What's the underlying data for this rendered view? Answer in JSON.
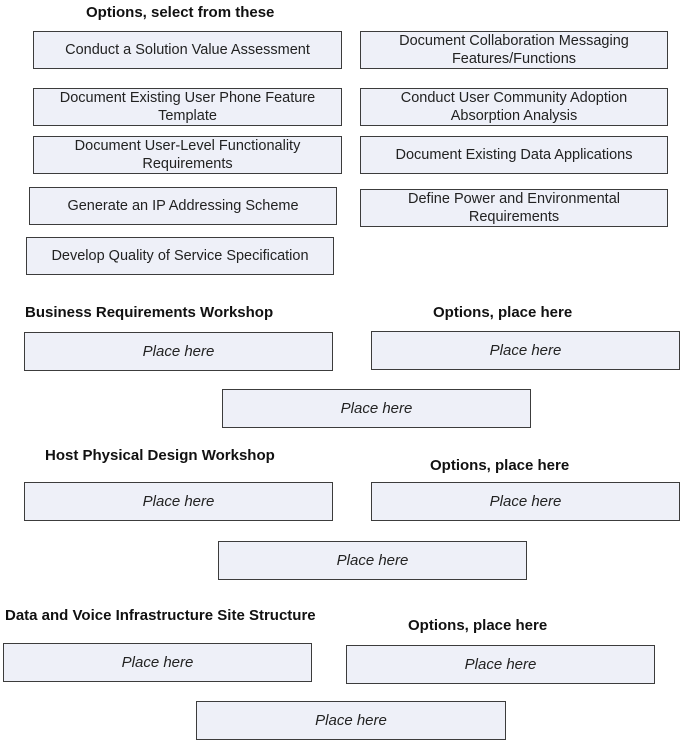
{
  "options_title": "Options, select from these",
  "options": [
    "Conduct a Solution Value Assessment",
    "Document Collaboration Messaging Features/Functions",
    "Document Existing User Phone Feature Template",
    "Conduct User Community Adoption Absorption Analysis",
    "Document User-Level Functionality Requirements",
    "Document Existing Data Applications",
    "Generate an IP Addressing Scheme",
    "Define Power and Environmental Requirements",
    "Develop Quality of Service Specification"
  ],
  "sections": [
    {
      "title": "Business Requirements Workshop",
      "options_label": "Options, place here",
      "slots": [
        "Place here",
        "Place here",
        "Place here"
      ]
    },
    {
      "title": "Host Physical Design Workshop",
      "options_label": "Options, place here",
      "slots": [
        "Place here",
        "Place here",
        "Place here"
      ]
    },
    {
      "title": "Data and Voice Infrastructure Site Structure",
      "options_label": "Options, place here",
      "slots": [
        "Place here",
        "Place here",
        "Place here"
      ]
    }
  ]
}
